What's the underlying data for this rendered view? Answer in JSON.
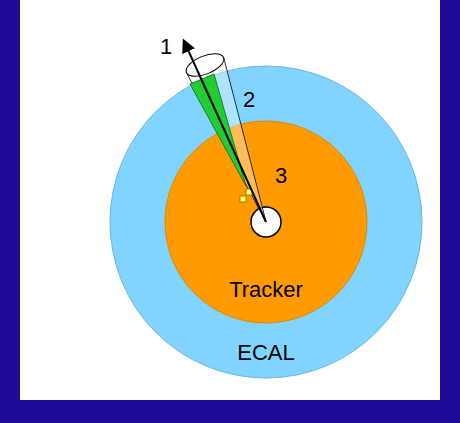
{
  "diagram": {
    "nodes": [
      {
        "text": [
          "ECAL"
        ]
      },
      {
        "text": [
          "Tracker"
        ],
        "in": 0
      }
    ],
    "labels": [
      "1",
      "2",
      "3"
    ]
  }
}
